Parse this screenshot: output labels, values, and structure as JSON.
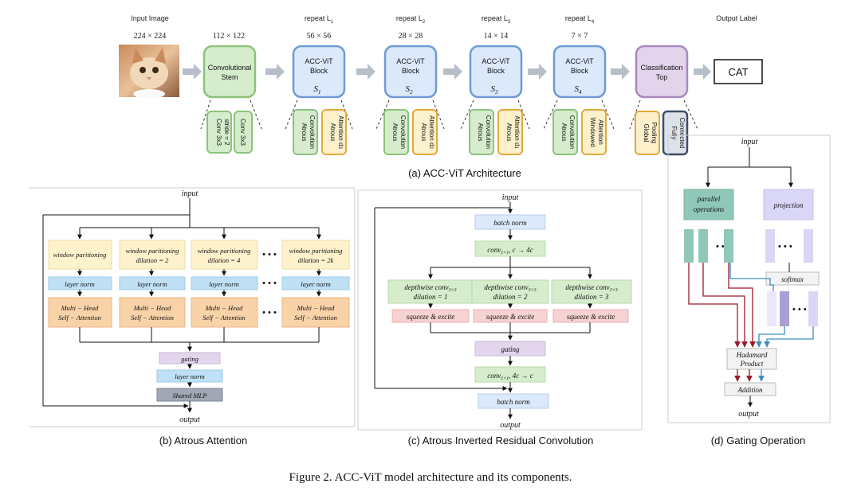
{
  "figure_caption": "Figure 2. ACC-ViT model architecture and its components.",
  "panel_a": {
    "caption": "(a) ACC-ViT Architecture",
    "input_image_label": "Input Image",
    "input_size": "224 × 224",
    "stem_size": "112 × 122",
    "stem_label_1": "Convolutional",
    "stem_label_2": "Stem",
    "blocks": [
      {
        "repeat": "repeat L",
        "sub": "1",
        "size": "56 × 56",
        "l1": "ACC-ViT",
        "l2": "Block",
        "stage": "S",
        "stage_sub": "1",
        "att_1": "Atrous",
        "att_2": "Attention d",
        "att_sub": "3"
      },
      {
        "repeat": "repeat L",
        "sub": "2",
        "size": "28 × 28",
        "l1": "ACC-ViT",
        "l2": "Block",
        "stage": "S",
        "stage_sub": "2",
        "att_1": "Atrous",
        "att_2": "Attention d",
        "att_sub": "2"
      },
      {
        "repeat": "repeat L",
        "sub": "3",
        "size": "14 × 14",
        "l1": "ACC-ViT",
        "l2": "Block",
        "stage": "S",
        "stage_sub": "3",
        "att_1": "Atrous",
        "att_2": "Attention d",
        "att_sub": "1"
      },
      {
        "repeat": "repeat L",
        "sub": "4",
        "size": "7 × 7",
        "l1": "ACC-ViT",
        "l2": "Block",
        "stage": "S",
        "stage_sub": "4",
        "att_1": "Windowed",
        "att_2": "Attention",
        "att_sub": ""
      }
    ],
    "atrous_conv_1": "Atrous",
    "atrous_conv_2": "Convolution",
    "stem_sub_a_1": "Conv 3x3",
    "stem_sub_a_2": "stride = 2",
    "stem_sub_b": "Conv 3x3",
    "cls_label_1": "Classification",
    "cls_label_2": "Top",
    "pool_1": "Global",
    "pool_2": "Pooling",
    "fc_1": "Fully",
    "fc_2": "Connected",
    "output_label": "Output Label",
    "output_value": "CAT"
  },
  "panel_b": {
    "caption": "(b) Atrous Attention",
    "input": "input",
    "output": "output",
    "branches": [
      {
        "win_1": "window paritioning",
        "win_2": ""
      },
      {
        "win_1": "window paritioning",
        "win_2": "dilation = 2"
      },
      {
        "win_1": "window paritioning",
        "win_2": "dilation = 4"
      },
      {
        "win_1": "window paritioning",
        "win_2": "dilation = 2k"
      }
    ],
    "layer_norm": "layer norm",
    "mhsa_1": "Multi − Head",
    "mhsa_2": "Self − Attention",
    "dots": "• • •",
    "gating": "gating",
    "layer_norm_2": "layer norm",
    "shared_mlp": "Shared MLP"
  },
  "panel_c": {
    "caption": "(c) Atrous Inverted Residual Convolution",
    "input": "input",
    "output": "output",
    "batch_norm_top": "batch norm",
    "conv_expand": "conv",
    "conv_expand_sub": "1×1",
    "conv_expand_rest": ", c → 4c",
    "dw_1": "depthwise conv",
    "dw_sub": "3×3",
    "dilations": [
      "dilation = 1",
      "dilation = 2",
      "dilation = 3"
    ],
    "se": "squeeze & excite",
    "gating": "gating",
    "conv_proj": "conv",
    "conv_proj_sub": "1×1",
    "conv_proj_rest": ", 4c → c",
    "batch_norm_bottom": "batch norm"
  },
  "panel_d": {
    "caption": "(d) Gating Operation",
    "input": "input",
    "output": "output",
    "parallel_1": "parallel",
    "parallel_2": "operations",
    "projection": "projection",
    "softmax": "softmax",
    "hadamard_1": "Hadamard",
    "hadamard_2": "Product",
    "addition": "Addition",
    "dots": "• • •"
  },
  "colors": {
    "stem_green": "#d6edcd",
    "stem_green_stroke": "#8cc37a",
    "block_blue": "#dce9fb",
    "block_blue_stroke": "#6f9ad6",
    "att_orange_fill": "#fdf1cc",
    "att_orange_stroke": "#e0a93b",
    "cls_purple": "#e3d4ec",
    "cls_purple_stroke": "#a987c1",
    "fc_dark": "#586c86",
    "win_yellow": "#fdf2cc",
    "ln_blue": "#bfe0f5",
    "mhsa_orange": "#f9d3a8",
    "gate_purple": "#e3d5ec",
    "mlp_gray": "#9fa8b4",
    "se_red": "#f7d2d2",
    "teal": "#8fc7b8",
    "lavender": "#d9d6f8",
    "arrow_gray": "#b6bfc9",
    "red_arrow": "#9b1b2b",
    "blue_arrow": "#3b8fc0"
  }
}
